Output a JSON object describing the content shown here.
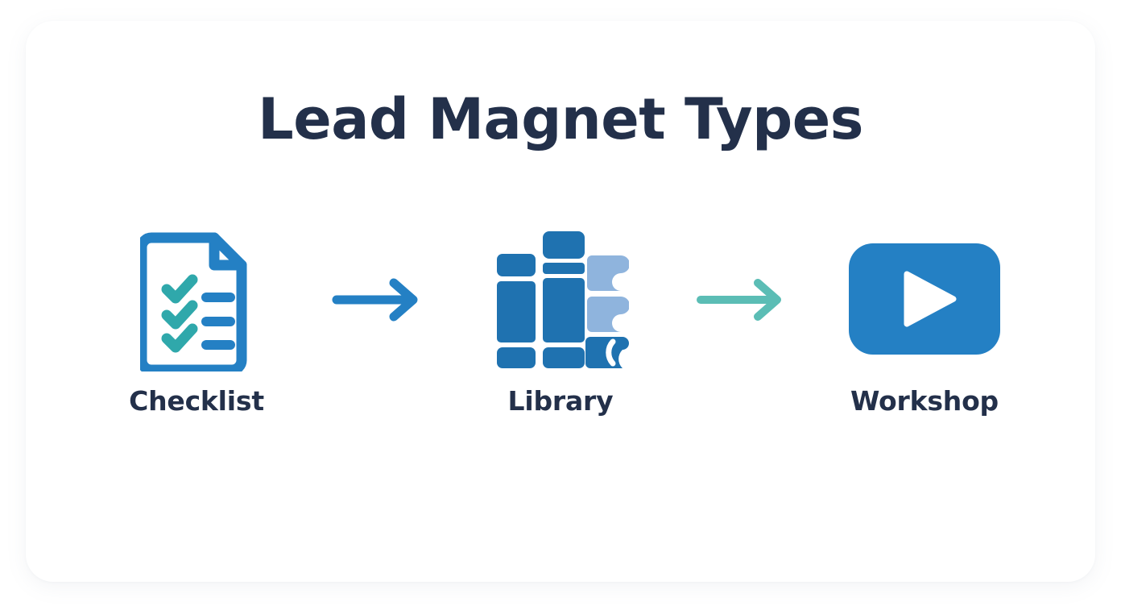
{
  "card": {
    "title": "Lead Magnet Types",
    "title_color": "#23304a",
    "background": "#ffffff"
  },
  "palette": {
    "primary_blue": "#2480c4",
    "deep_blue": "#1f72b0",
    "light_blue": "#8fb4dd",
    "teal": "#2fa8ab",
    "arrow_teal": "#5bbdb5",
    "navy_text": "#23304a",
    "white": "#ffffff"
  },
  "flow": {
    "steps": [
      {
        "id": "checklist",
        "label": "Checklist",
        "icon": "checklist-document-icon"
      },
      {
        "id": "library",
        "label": "Library",
        "icon": "book-library-icon"
      },
      {
        "id": "workshop",
        "label": "Workshop",
        "icon": "video-play-icon"
      }
    ],
    "connectors": [
      {
        "id": "arrow-1",
        "icon": "arrow-right-icon",
        "color": "#2480c4"
      },
      {
        "id": "arrow-2",
        "icon": "arrow-right-icon",
        "color": "#5bbdb5"
      }
    ]
  }
}
